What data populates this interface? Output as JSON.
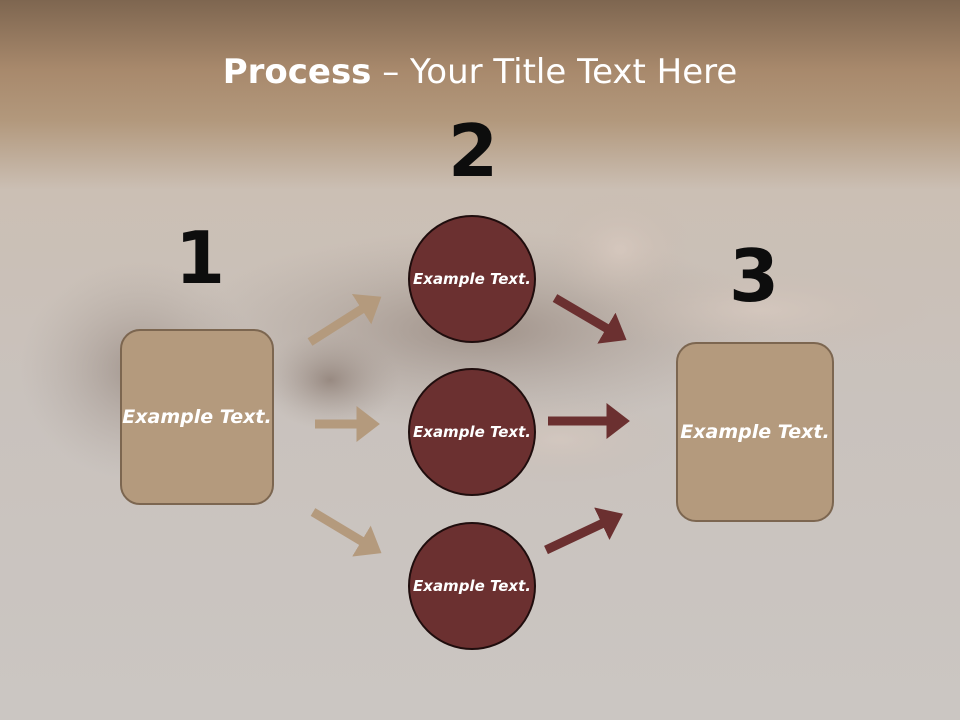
{
  "title": {
    "bold": "Process",
    "rest": " – Your Title Text Here"
  },
  "steps": {
    "n1": "1",
    "n2": "2",
    "n3": "3"
  },
  "left_box": "Example Text.",
  "circles": [
    "Example Text.",
    "Example Text.",
    "Example Text."
  ],
  "right_box": "Example Text.",
  "colors": {
    "box_fill": "#b49a7d",
    "circle_fill": "#6b3030",
    "arrow_light": "#b49a7d",
    "arrow_dark": "#6b3030"
  }
}
